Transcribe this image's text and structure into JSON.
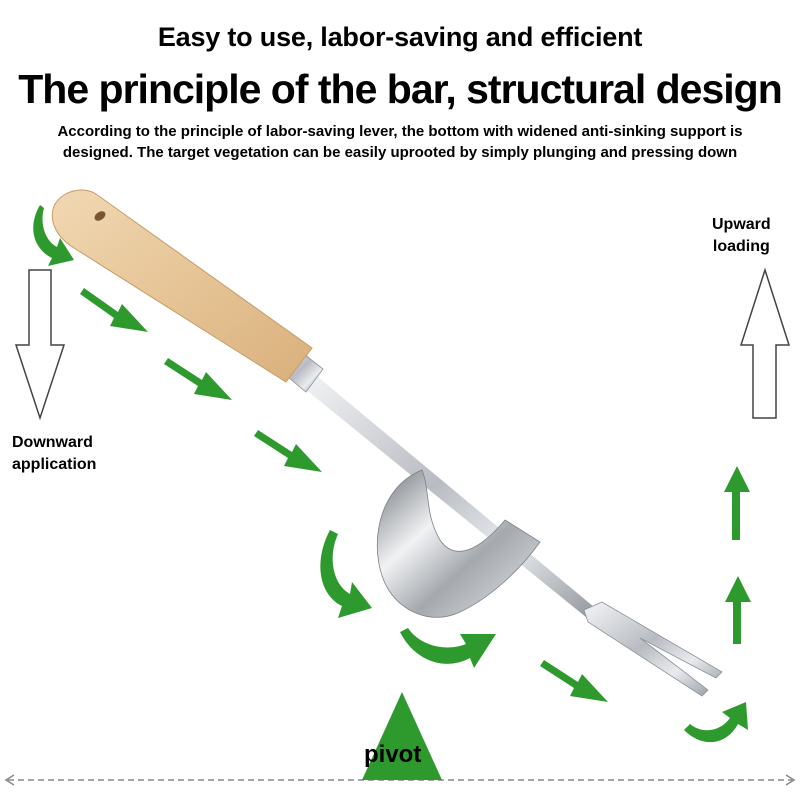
{
  "header": {
    "subtitle": "Easy to use, labor-saving and efficient",
    "title": "The principle of the bar, structural design",
    "description_line1": "According to the principle of labor-saving lever, the bottom with widened anti-sinking support is",
    "description_line2": "designed. The target vegetation can be easily uprooted by simply plunging and pressing down"
  },
  "labels": {
    "downward_line1": "Downward",
    "downward_line2": "application",
    "upward_line1": "Upward",
    "upward_line2": "loading",
    "pivot": "pivot"
  },
  "colors": {
    "arrow_green": "#2e9a2e",
    "handle_wood": "#e7c79d",
    "steel": "#c9ccd1",
    "outline_arrow": "#444444",
    "dashed_line": "#888888"
  },
  "icons": {
    "downward": "outline-down-arrow",
    "upward": "outline-up-arrow",
    "pivot": "green-triangle",
    "flow": "green-curved-arrows"
  }
}
